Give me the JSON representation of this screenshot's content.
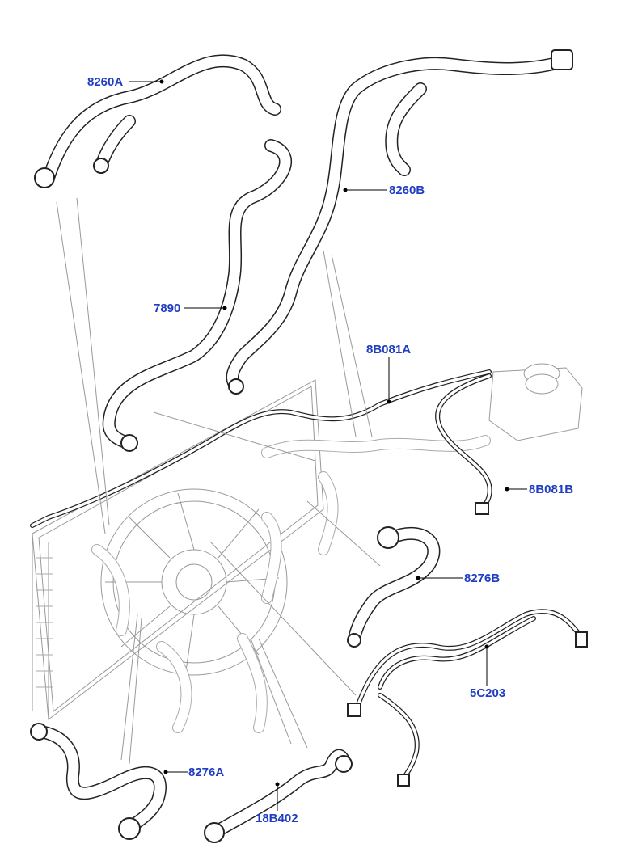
{
  "diagram": {
    "type": "exploded-parts-diagram",
    "subject": "engine cooling system hoses and radiator",
    "label_color": "#1f3cc2",
    "parts": [
      {
        "id": "8260A",
        "label": "8260A"
      },
      {
        "id": "8260B",
        "label": "8260B"
      },
      {
        "id": "7890",
        "label": "7890"
      },
      {
        "id": "8B081A",
        "label": "8B081A"
      },
      {
        "id": "8B081B",
        "label": "8B081B"
      },
      {
        "id": "8276B",
        "label": "8276B"
      },
      {
        "id": "5C203",
        "label": "5C203"
      },
      {
        "id": "8276A",
        "label": "8276A"
      },
      {
        "id": "18B402",
        "label": "18B402"
      }
    ]
  }
}
